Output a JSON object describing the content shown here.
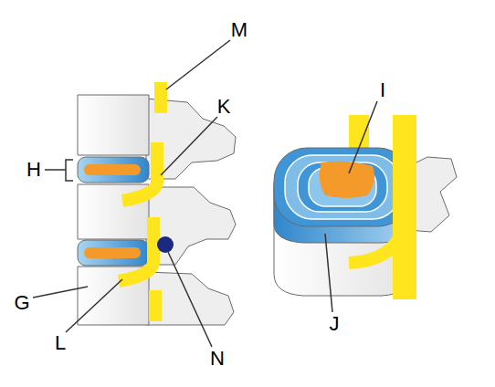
{
  "diagram": {
    "labels": [
      "M",
      "I",
      "K",
      "H",
      "G",
      "J",
      "L",
      "N"
    ]
  }
}
